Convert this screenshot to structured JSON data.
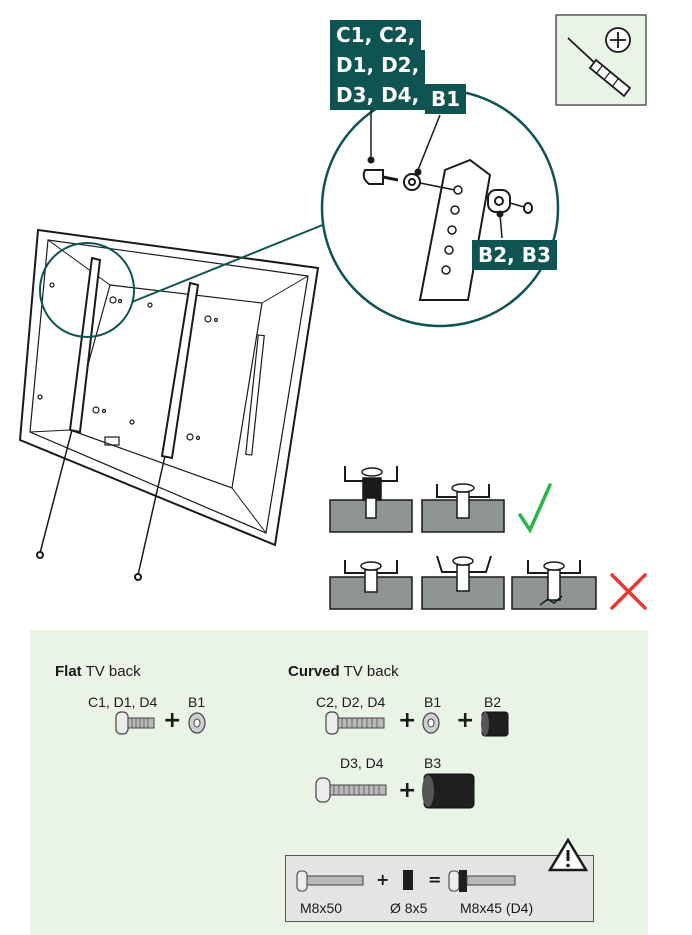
{
  "callout": {
    "screw_label_line1": "C1, C2,",
    "screw_label_line2": "D1, D2,",
    "screw_label_line3": "D3, D4,",
    "washer_label": "B1",
    "spacer_label": "B2, B3"
  },
  "tool_icon": "screwdriver-phillips-icon",
  "status": {
    "ok_icon": "checkmark-icon",
    "bad_icon": "cross-icon",
    "ok_color": "#2db34a",
    "bad_color": "#e53935"
  },
  "flat": {
    "title_bold": "Flat",
    "title_rest": " TV back",
    "screw_label": "C1, D1, D4",
    "washer_label": "B1"
  },
  "curved": {
    "title_bold": "Curved",
    "title_rest": " TV back",
    "row1_screw_label": "C2, D2, D4",
    "row1_washer_label": "B1",
    "row1_spacer_label": "B2",
    "row2_screw_label": "D3, D4",
    "row2_spacer_label": "B3"
  },
  "plus_sign": "+",
  "equals_sign": "=",
  "warning": {
    "icon": "warning-triangle-icon",
    "bolt_label": "M8x50",
    "spacer_label": "Ø 8x5",
    "result_label": "M8x45 (D4)"
  },
  "colors": {
    "brand": "#0f5452",
    "panel": "#eaf4e6"
  }
}
